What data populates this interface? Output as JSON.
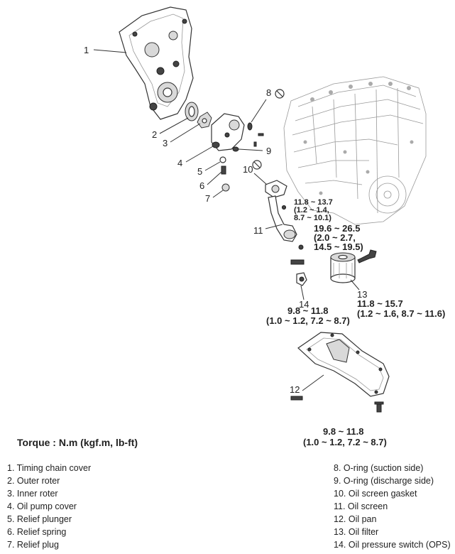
{
  "callouts": {
    "c1": "1",
    "c2": "2",
    "c3": "3",
    "c4": "4",
    "c5": "5",
    "c6": "6",
    "c7": "7",
    "c8": "8",
    "c9": "9",
    "c10": "10",
    "c11": "11",
    "c12": "12",
    "c13": "13",
    "c14": "14"
  },
  "torque_specs": {
    "strainer": [
      "11.8 ~ 13.7",
      "(1.2 ~ 1.4,",
      "8.7 ~ 10.1)"
    ],
    "filter_bracket": [
      "19.6 ~ 26.5",
      "(2.0 ~ 2.7,",
      "14.5 ~ 19.5)"
    ],
    "oil_filter": [
      "11.8 ~ 15.7",
      "(1.2 ~ 1.6, 8.7 ~ 11.6)"
    ],
    "ops": [
      "9.8 ~ 11.8",
      "(1.0 ~ 1.2, 7.2 ~ 8.7)"
    ],
    "drain_plug": [
      "9.8 ~ 11.8",
      "(1.0 ~ 1.2, 7.2 ~ 8.7)"
    ]
  },
  "torque_title": "Torque : N.m (kgf.m, lb-ft)",
  "legend_left": [
    "1. Timing chain cover",
    "2. Outer roter",
    "3. Inner roter",
    "4. Oil pump cover",
    "5. Relief plunger",
    "6. Relief spring",
    "7. Relief plug"
  ],
  "legend_right": [
    "8. O-ring (suction side)",
    "9. O-ring (discharge side)",
    "10. Oil screen gasket",
    "11. Oil screen",
    "12. Oil pan",
    "13. Oil filter",
    "14. Oil pressure switch (OPS)"
  ],
  "icons": {
    "no_reuse": "no-reuse-icon"
  }
}
